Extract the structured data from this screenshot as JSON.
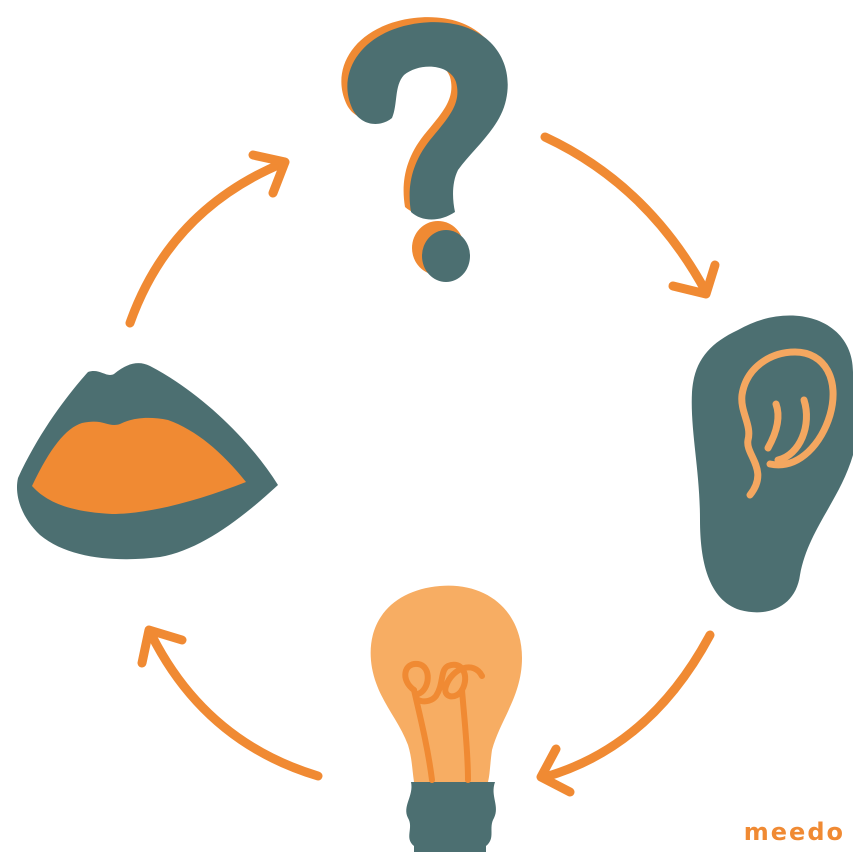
{
  "brand": {
    "text": "meedo"
  },
  "colors": {
    "accent_orange": "#f08a33",
    "bulb_light": "#f7ad63",
    "slate": "#4c6f71",
    "background": "#ffffff"
  },
  "icons": [
    "question-mark-icon",
    "ear-icon",
    "light-bulb-icon",
    "lips-icon"
  ],
  "arrows": [
    "arrow-question-to-ear",
    "arrow-ear-to-bulb",
    "arrow-bulb-to-lips",
    "arrow-lips-to-question"
  ]
}
